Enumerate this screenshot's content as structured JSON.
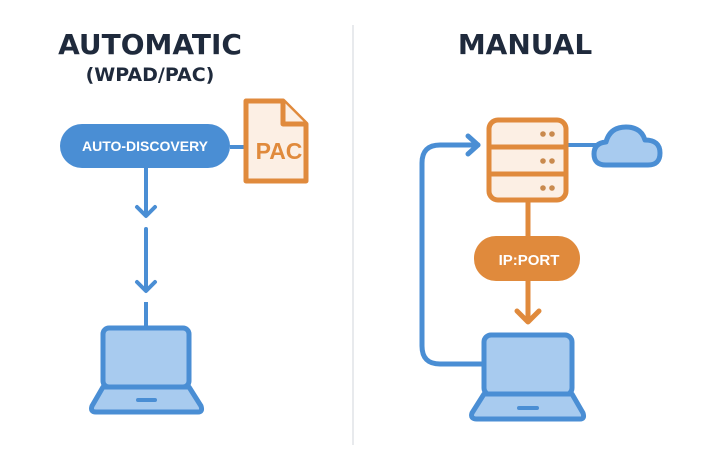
{
  "colors": {
    "blue_stroke": "#4a8ed4",
    "blue_fill": "#a8cbef",
    "orange_stroke": "#e08a3c",
    "orange_fill": "#fcefe4",
    "title_text": "#1f2a3c",
    "divider": "#e8eaed"
  },
  "automatic": {
    "title": "AUTOMATIC",
    "subtitle": "(WPAD/PAC)",
    "discovery_label": "AUTO-DISCOVERY",
    "file_label": "PAC",
    "icons": [
      "pac-file-icon",
      "laptop-icon",
      "arrow-down-icon"
    ]
  },
  "manual": {
    "title": "MANUAL",
    "config_label": "IP:PORT",
    "icons": [
      "server-icon",
      "cloud-icon",
      "laptop-icon",
      "arrow-right-icon",
      "arrow-down-icon"
    ]
  }
}
